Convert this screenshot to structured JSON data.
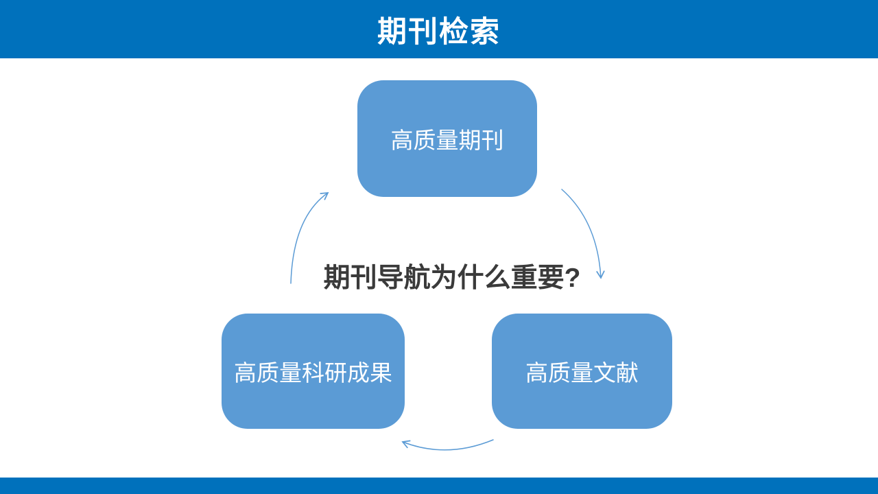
{
  "header": {
    "title": "期刊检索"
  },
  "diagram": {
    "center_question": "期刊导航为什么重要?",
    "nodes": [
      {
        "id": "top",
        "label": "高质量期刊"
      },
      {
        "id": "bottom-left",
        "label": "高质量科研成果"
      },
      {
        "id": "bottom-right",
        "label": "高质量文献"
      }
    ],
    "arrows": [
      {
        "from": "bottom-left",
        "to": "top"
      },
      {
        "from": "top",
        "to": "bottom-right"
      },
      {
        "from": "bottom-right",
        "to": "bottom-left"
      }
    ]
  },
  "colors": {
    "header_bar": "#0071BC",
    "footer_bar": "#0071BC",
    "node_fill": "#5B9BD5",
    "node_text": "#FFFFFF",
    "title_text": "#FFFFFF",
    "arrow_stroke": "#5B9BD5",
    "question_text": "#3A3A3A"
  }
}
